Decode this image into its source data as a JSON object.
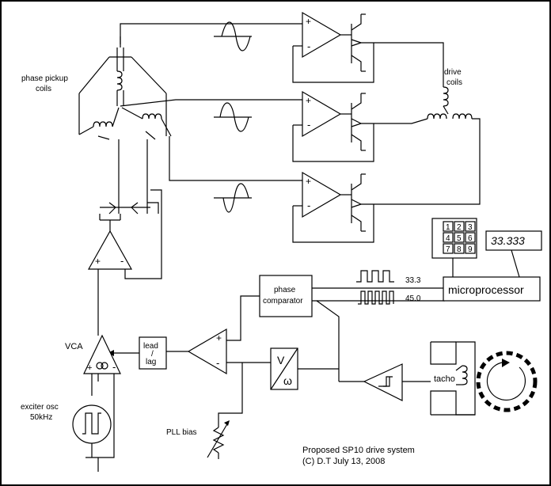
{
  "labels": {
    "phase_pickup_line1": "phase pickup",
    "phase_pickup_line2": "coils",
    "drive_line1": "drive",
    "drive_line2": "coils",
    "phase_comp_line1": "phase",
    "phase_comp_line2": "comparator",
    "freq_333": "33.3",
    "freq_450": "45.0",
    "microprocessor": "microprocessor",
    "display": "33.333",
    "keypad": [
      "1",
      "2",
      "3",
      "4",
      "5",
      "6",
      "7",
      "8",
      "9"
    ],
    "lead_line1": "lead",
    "lead_line2": "/",
    "lead_line3": "lag",
    "vca": "VCA",
    "v_symbol": "V",
    "omega_symbol": "ω",
    "tacho": "tacho",
    "exciter_line1": "exciter osc",
    "exciter_line2": "50kHz",
    "pll_bias": "PLL bias",
    "plus": "+",
    "minus": "-",
    "footer_line1": "Proposed SP10 drive system",
    "footer_line2": "(C) D.T  July 13, 2008"
  }
}
